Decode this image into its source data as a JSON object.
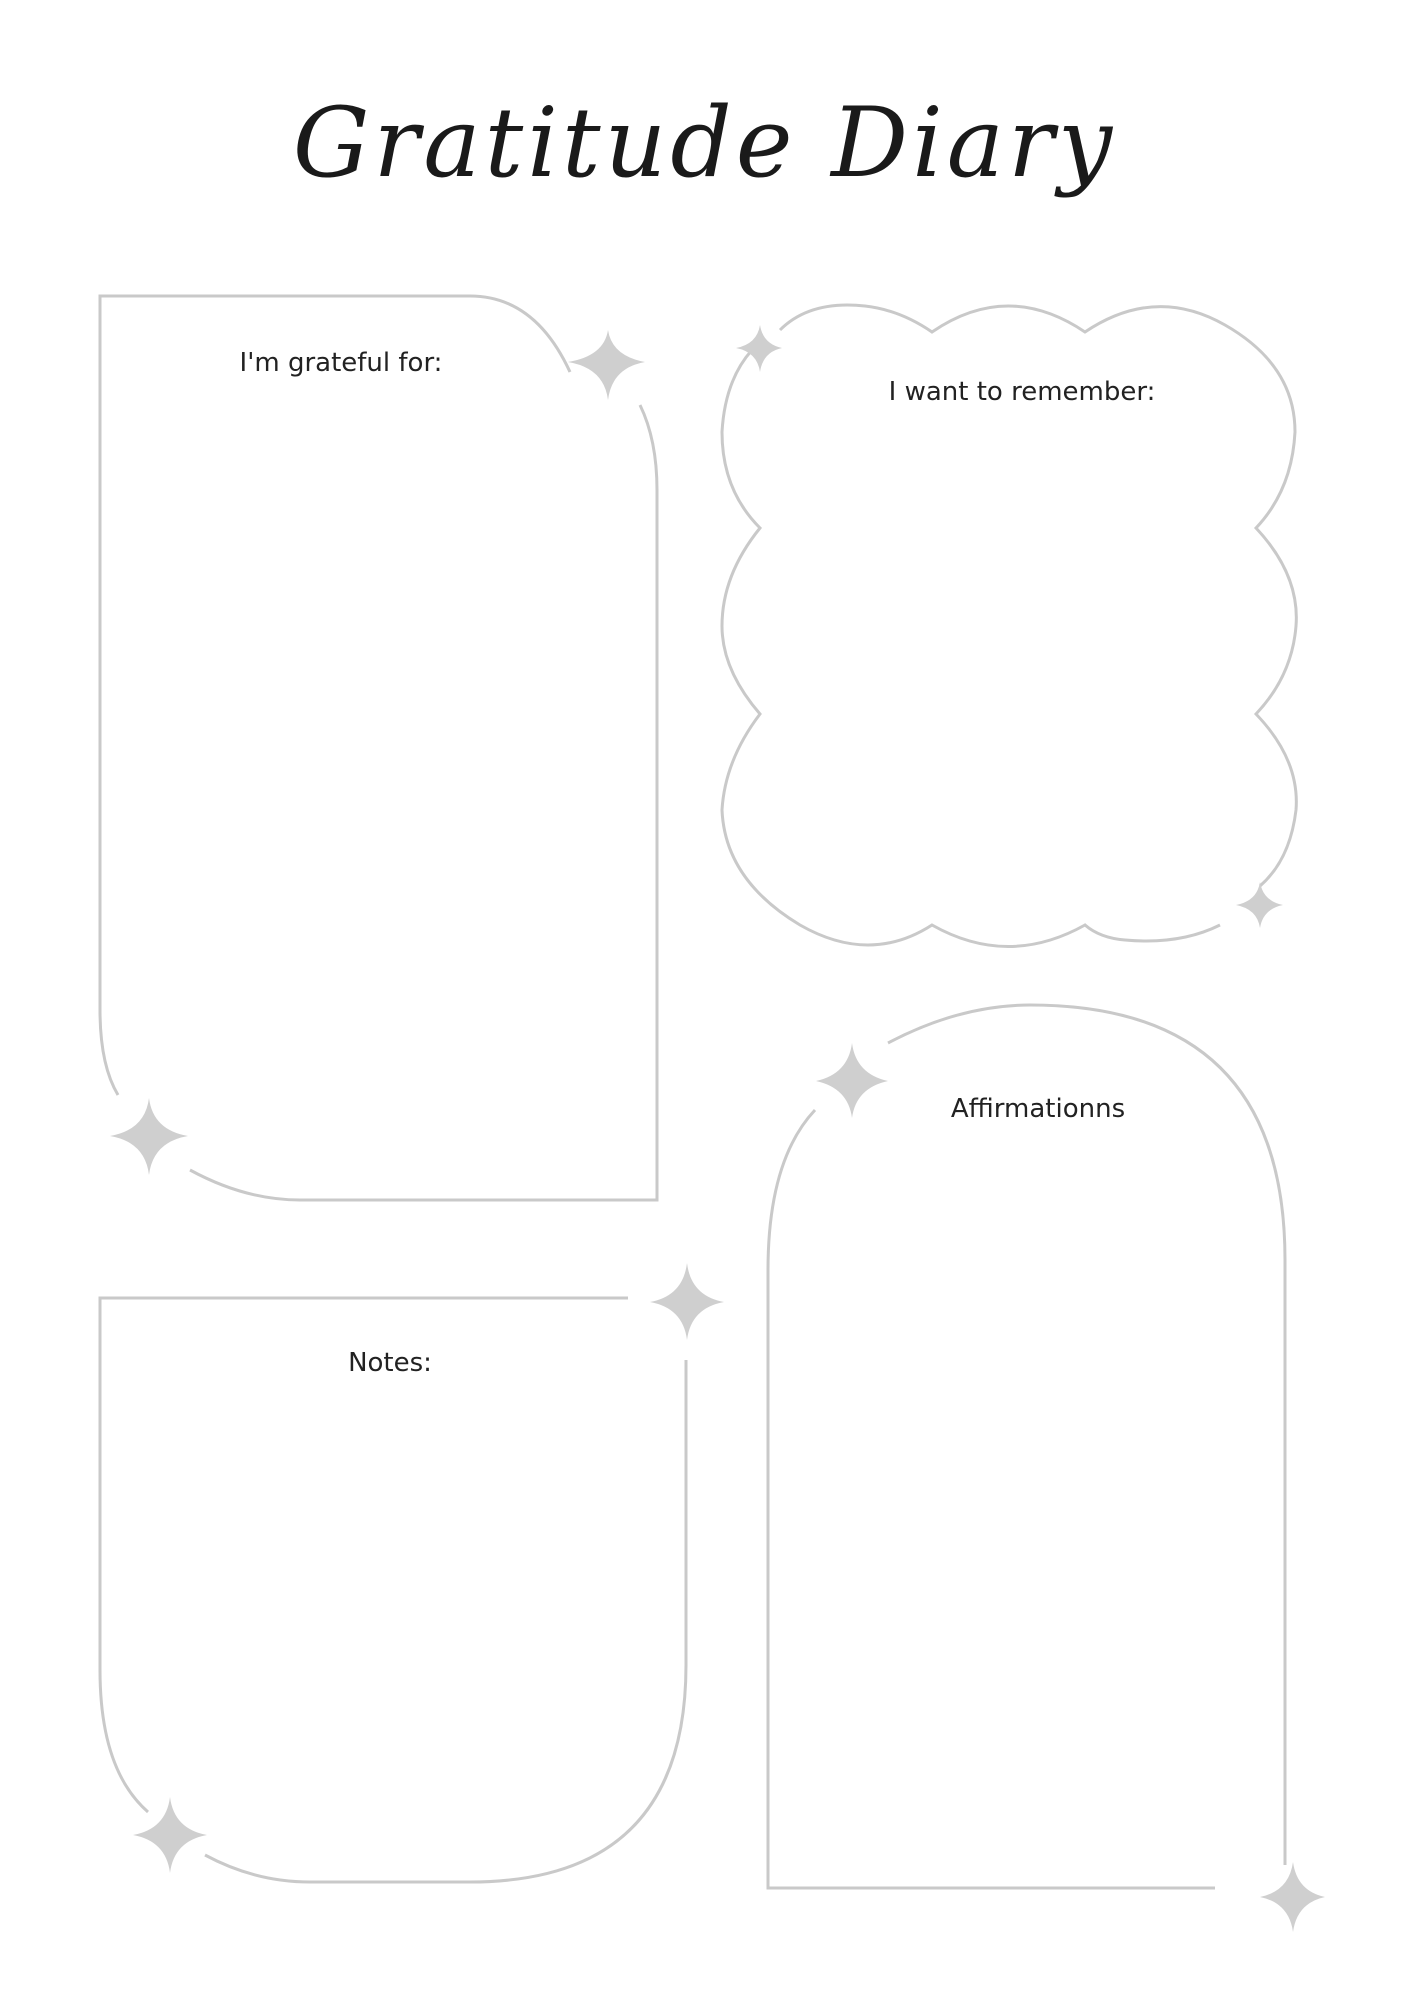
{
  "title": "Gratitude Diary",
  "sections": {
    "grateful": {
      "label": "I'm grateful for:"
    },
    "remember": {
      "label": "I want to remember:"
    },
    "affirmations": {
      "label": "Affirmationns"
    },
    "notes": {
      "label": "Notes:"
    }
  },
  "colors": {
    "frame": "#c9c9c9",
    "sparkle": "#cfcfcf",
    "text": "#222222",
    "background": "#ffffff"
  }
}
